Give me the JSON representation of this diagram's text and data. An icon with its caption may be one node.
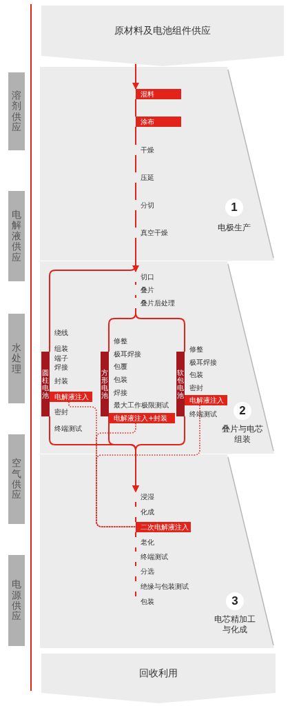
{
  "diagram": {
    "nodes": [
      {
        "text": [
          "原材料及电池组件供应"
        ]
      },
      {
        "text": [
          "溶剂供应"
        ]
      },
      {
        "text": [
          "电解液供应"
        ]
      },
      {
        "text": [
          "水处理"
        ]
      },
      {
        "text": [
          "空气供应"
        ]
      },
      {
        "text": [
          "电源供应"
        ]
      },
      {
        "text": [
          "1",
          "电极生产"
        ]
      },
      {
        "text": [
          "混料"
        ],
        "in": 6
      },
      {
        "text": [
          "涂布"
        ],
        "in": 6
      },
      {
        "text": [
          "干燥"
        ],
        "in": 6
      },
      {
        "text": [
          "压延"
        ],
        "in": 6
      },
      {
        "text": [
          "分切"
        ],
        "in": 6
      },
      {
        "text": [
          "真空干燥"
        ],
        "in": 6
      },
      {
        "text": [
          "2",
          "叠片与电芯组装"
        ]
      },
      {
        "text": [
          "切口"
        ],
        "in": 13
      },
      {
        "text": [
          "叠片"
        ],
        "in": 13
      },
      {
        "text": [
          "叠片后处理"
        ],
        "in": 13
      },
      {
        "text": [
          "圆柱电池"
        ],
        "in": 13
      },
      {
        "text": [
          "绕线"
        ],
        "in": 13
      },
      {
        "text": [
          "组装"
        ],
        "in": 13
      },
      {
        "text": [
          "端子焊接"
        ],
        "in": 13
      },
      {
        "text": [
          "封装"
        ],
        "in": 13
      },
      {
        "text": [
          "电解液注入"
        ],
        "in": 13
      },
      {
        "text": [
          "密封"
        ],
        "in": 13
      },
      {
        "text": [
          "终端测试"
        ],
        "in": 13
      },
      {
        "text": [
          "方形电池"
        ],
        "in": 13
      },
      {
        "text": [
          "修整"
        ],
        "in": 13
      },
      {
        "text": [
          "极耳焊接"
        ],
        "in": 13
      },
      {
        "text": [
          "包覆"
        ],
        "in": 13
      },
      {
        "text": [
          "包装"
        ],
        "in": 13
      },
      {
        "text": [
          "焊接"
        ],
        "in": 13
      },
      {
        "text": [
          "最大工作极限测试"
        ],
        "in": 13
      },
      {
        "text": [
          "电解液注入+封装"
        ],
        "in": 13
      },
      {
        "text": [
          "软包电池"
        ],
        "in": 13
      },
      {
        "text": [
          "修整"
        ],
        "in": 13
      },
      {
        "text": [
          "极耳焊接"
        ],
        "in": 13
      },
      {
        "text": [
          "包装"
        ],
        "in": 13
      },
      {
        "text": [
          "密封"
        ],
        "in": 13
      },
      {
        "text": [
          "电解液注入"
        ],
        "in": 13
      },
      {
        "text": [
          "终端测试"
        ],
        "in": 13
      },
      {
        "text": [
          "3",
          "电芯精加工与化成"
        ]
      },
      {
        "text": [
          "浸湿"
        ],
        "in": 40
      },
      {
        "text": [
          "化成"
        ],
        "in": 40
      },
      {
        "text": [
          "二次电解液注入"
        ],
        "in": 40
      },
      {
        "text": [
          "老化"
        ],
        "in": 40
      },
      {
        "text": [
          "终端测试"
        ],
        "in": 40
      },
      {
        "text": [
          "分选"
        ],
        "in": 40
      },
      {
        "text": [
          "绝缘与包装测试"
        ],
        "in": 40
      },
      {
        "text": [
          "包装"
        ],
        "in": 40
      },
      {
        "text": [
          "回收利用"
        ]
      }
    ],
    "edges": [
      {
        "from": 0,
        "to": 7,
        "arrow": "to"
      },
      {
        "from": 7,
        "to": 8,
        "arrow": "none"
      },
      {
        "from": 8,
        "to": 9,
        "arrow": "none"
      },
      {
        "from": 9,
        "to": 10,
        "arrow": "none"
      },
      {
        "from": 10,
        "to": 11,
        "arrow": "none"
      },
      {
        "from": 11,
        "to": 12,
        "arrow": "none"
      },
      {
        "from": 12,
        "to": 14,
        "arrow": "to"
      },
      {
        "from": 14,
        "to": 15,
        "arrow": "none"
      },
      {
        "from": 15,
        "to": 16,
        "arrow": "none"
      },
      {
        "from": 12,
        "to": 17,
        "arrow": "none"
      },
      {
        "from": 16,
        "to": 25,
        "arrow": "none"
      },
      {
        "from": 16,
        "to": 33,
        "arrow": "none"
      },
      {
        "from": 17,
        "to": 41,
        "arrow": "to"
      },
      {
        "from": 25,
        "to": 41,
        "arrow": "to"
      },
      {
        "from": 33,
        "to": 41,
        "arrow": "to"
      },
      {
        "from": 22,
        "to": 43,
        "arrow": "none",
        "style": "dashed"
      },
      {
        "from": 32,
        "to": 43,
        "arrow": "none",
        "style": "dashed"
      },
      {
        "from": 38,
        "to": 43,
        "arrow": "none",
        "style": "dashed"
      },
      {
        "from": 41,
        "to": 42,
        "arrow": "none"
      },
      {
        "from": 42,
        "to": 43,
        "arrow": "none"
      },
      {
        "from": 43,
        "to": 44,
        "arrow": "none"
      },
      {
        "from": 44,
        "to": 45,
        "arrow": "none"
      },
      {
        "from": 45,
        "to": 46,
        "arrow": "none"
      },
      {
        "from": 46,
        "to": 47,
        "arrow": "none"
      },
      {
        "from": 47,
        "to": 48,
        "arrow": "none"
      }
    ]
  }
}
